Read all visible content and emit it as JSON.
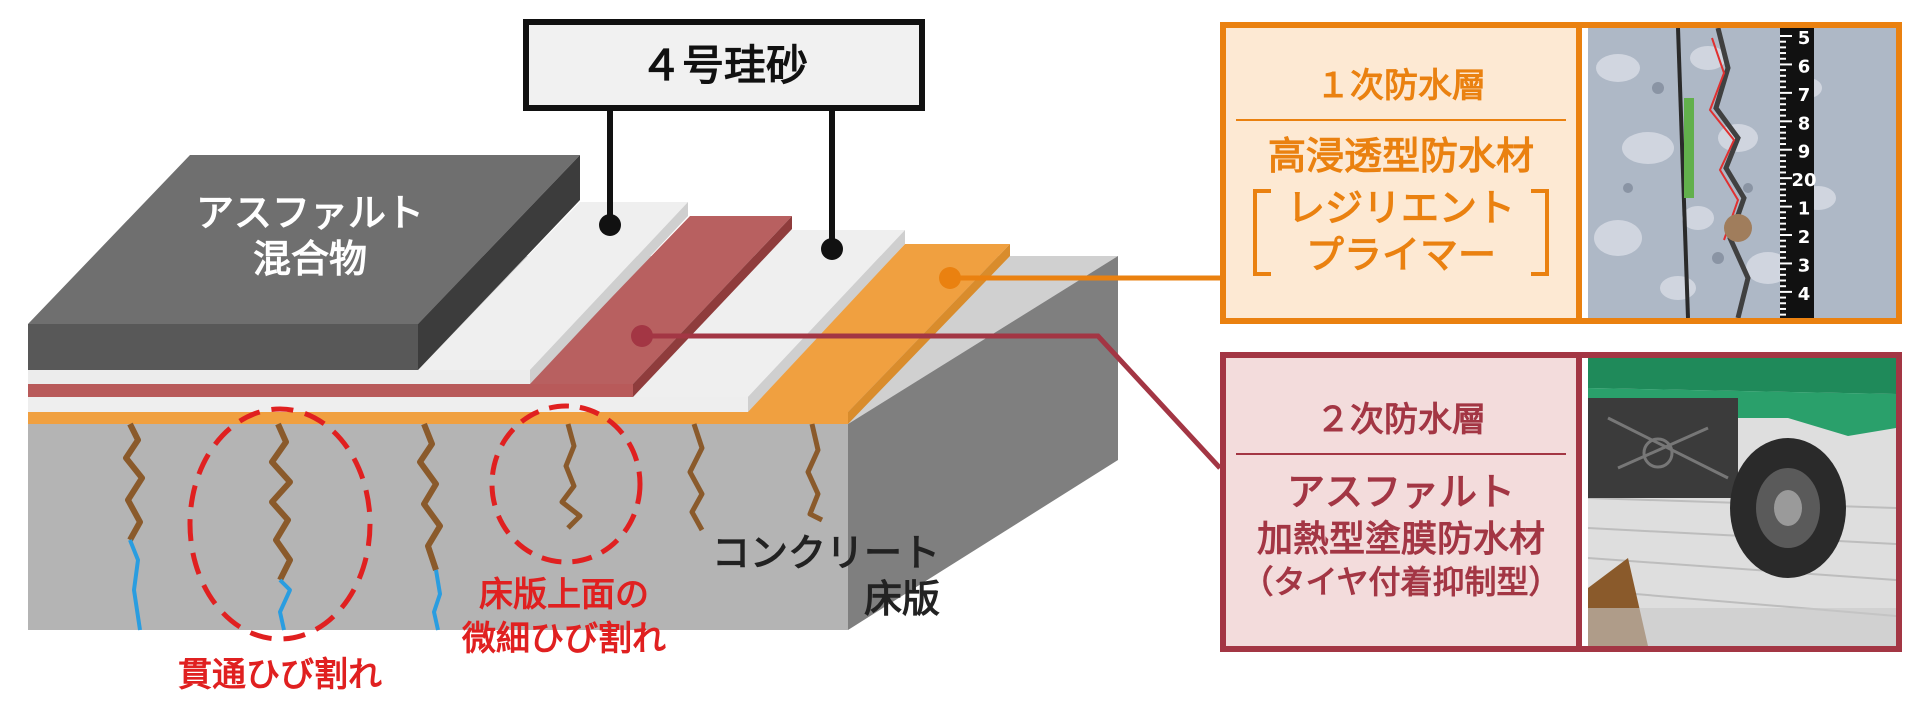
{
  "diagram": {
    "sand_label": "４号珪砂",
    "asphalt_label_line1": "アスファルト",
    "asphalt_label_line2": "混合物",
    "concrete_label_line1": "コンクリート",
    "concrete_label_line2": "床版",
    "crack_label_through": "貫通ひび割れ",
    "crack_label_surface_line1": "床版上面の",
    "crack_label_surface_line2": "微細ひび割れ"
  },
  "panel_primary": {
    "heading": "１次防水層",
    "material": "高浸透型防水材",
    "product_line1": "レジリエント",
    "product_line2": "プライマー",
    "ruler_labels": [
      "5",
      "6",
      "7",
      "8",
      "9",
      "20",
      "1",
      "2",
      "3",
      "4"
    ],
    "accent_color": "#ea8110",
    "background_color": "#fde9d3"
  },
  "panel_secondary": {
    "heading": "２次防水層",
    "line1": "アスファルト",
    "line2": "加熱型塗膜防水材",
    "line3": "（タイヤ付着抑制型）",
    "accent_color": "#a33644",
    "background_color": "#f3dcdc"
  },
  "colors": {
    "asphalt": "#6f6f6f",
    "sand": "#efefef",
    "secondary_layer": "#b86060",
    "primary_layer": "#f0a040",
    "concrete": "#b4b4b4",
    "crack": "#8a5a2b",
    "crack_water": "#2a9de0",
    "highlight": "#e02020"
  }
}
